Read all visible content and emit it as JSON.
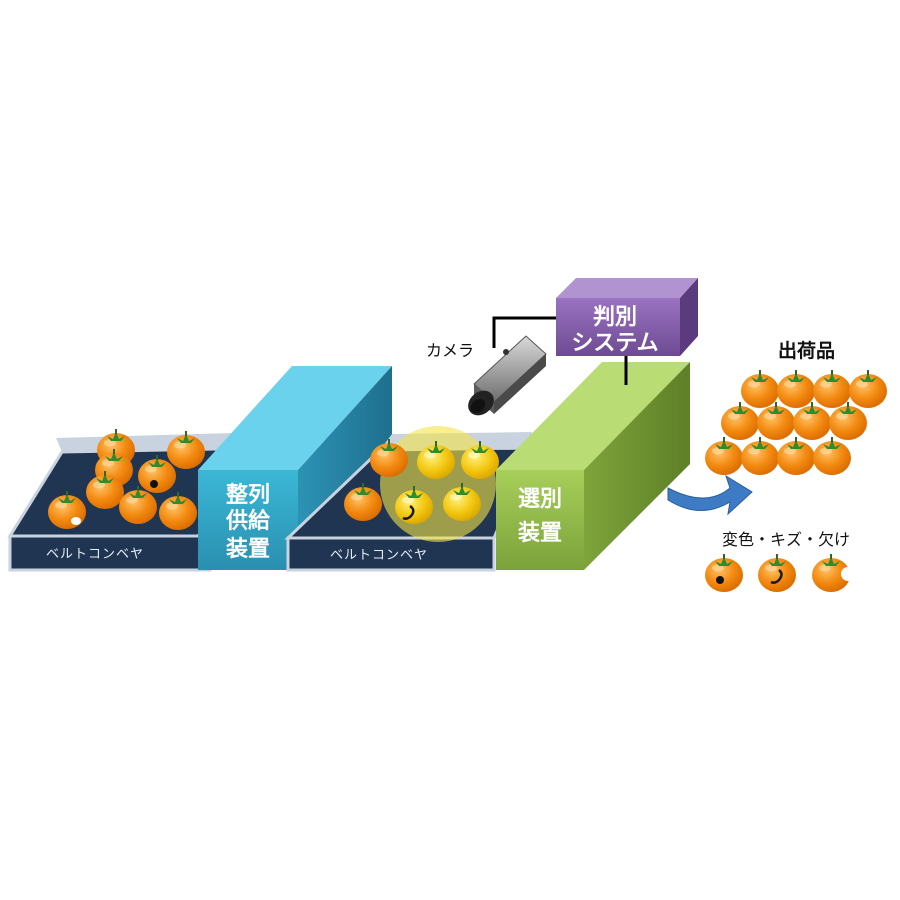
{
  "labels": {
    "conveyor_1": "ベルトコンベヤ",
    "conveyor_2": "ベルトコンベヤ",
    "aligner_line1": "整列",
    "aligner_line2": "供給",
    "aligner_line3": "装置",
    "sorter_line1": "選別",
    "sorter_line2": "装置",
    "system_line1": "判別",
    "system_line2": "システム",
    "camera": "カメラ",
    "shipped": "出荷品",
    "defects": "変色・キズ・欠け"
  },
  "colors": {
    "aligner": "#3fb3d3",
    "sorter": "#8db743",
    "system": "#8560a8",
    "belt": "#1f3552",
    "fruit": "#f08a0e",
    "highlight": "#f3e34a",
    "arrow": "#3d7cc4"
  }
}
